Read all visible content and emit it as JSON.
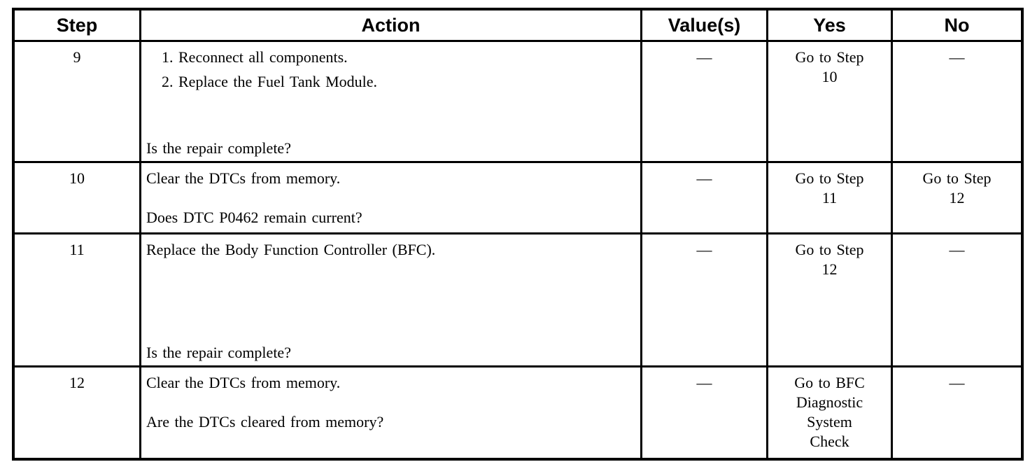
{
  "table": {
    "headers": {
      "step": "Step",
      "action": "Action",
      "values": "Value(s)",
      "yes": "Yes",
      "no": "No"
    },
    "rows": [
      {
        "step": "9",
        "action_steps": [
          "1. Reconnect all components.",
          "2. Replace the Fuel Tank Module."
        ],
        "question": "Is the repair complete?",
        "values": "—",
        "yes_lines": [
          "Go to Step",
          "10"
        ],
        "no_lines": [
          "—"
        ]
      },
      {
        "step": "10",
        "action_steps": [
          "Clear the DTCs from memory."
        ],
        "question": "Does DTC P0462 remain current?",
        "values": "—",
        "yes_lines": [
          "Go to Step",
          "11"
        ],
        "no_lines": [
          "Go to Step",
          "12"
        ]
      },
      {
        "step": "11",
        "action_steps": [
          "Replace the Body Function Controller (BFC)."
        ],
        "question": "Is the repair complete?",
        "values": "—",
        "yes_lines": [
          "Go to Step",
          "12"
        ],
        "no_lines": [
          "—"
        ]
      },
      {
        "step": "12",
        "action_steps": [
          "Clear the DTCs from memory."
        ],
        "question": "Are the DTCs cleared from memory?",
        "values": "—",
        "yes_lines": [
          "Go to BFC",
          "Diagnostic",
          "System",
          "Check"
        ],
        "no_lines": [
          "—"
        ]
      }
    ]
  },
  "colors": {
    "text": "#000000",
    "border": "#000000",
    "background": "#ffffff"
  }
}
